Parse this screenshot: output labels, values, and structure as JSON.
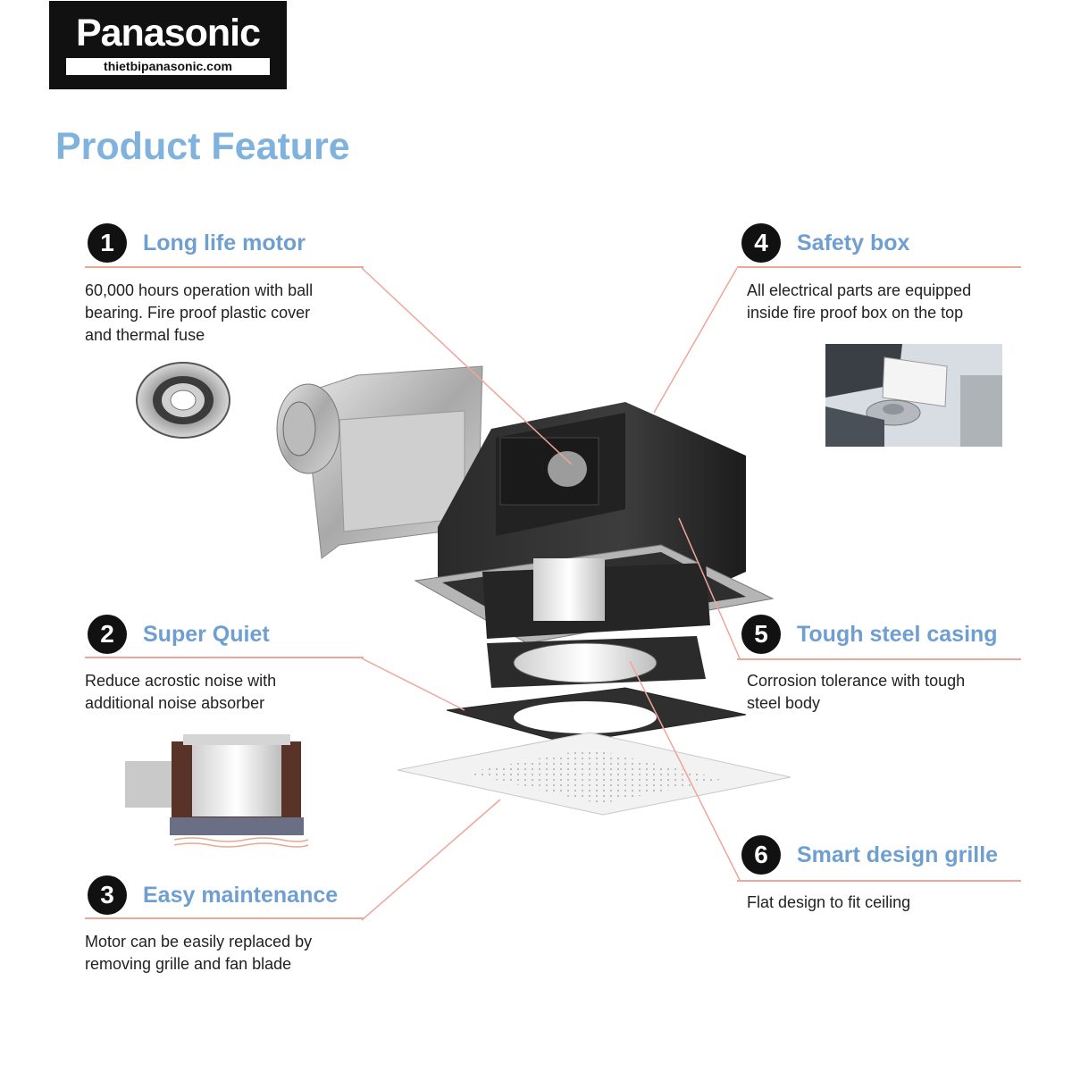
{
  "logo": {
    "brand": "Panasonic",
    "url": "thietbipanasonic.com"
  },
  "title": "Product Feature",
  "colors": {
    "accent": "#7fb2dc",
    "feature_title": "#6f9fd0",
    "leader_line": "#f0a59a",
    "badge": "#111111"
  },
  "features": [
    {
      "number": "1",
      "title": "Long life motor",
      "description": "60,000 hours operation with ball\nbearing. Fire proof plastic cover\nand thermal fuse"
    },
    {
      "number": "2",
      "title": "Super Quiet",
      "description": "Reduce acrostic noise with\nadditional noise absorber"
    },
    {
      "number": "3",
      "title": "Easy maintenance",
      "description": "Motor can be easily replaced by\nremoving grille and fan blade"
    },
    {
      "number": "4",
      "title": "Safety box",
      "description": "All electrical parts are equipped\ninside fire proof box on the top"
    },
    {
      "number": "5",
      "title": "Tough steel casing",
      "description": "Corrosion tolerance with tough\nsteel body"
    },
    {
      "number": "6",
      "title": "Smart design grille",
      "description": "Flat design to fit ceiling"
    }
  ],
  "images": {
    "bearing": "ball-bearing-photo",
    "safety_box": "safety-box-photo",
    "noise_absorber": "noise-absorber-photo",
    "fan_unit": "ceiling-exhaust-fan-exploded-view"
  }
}
